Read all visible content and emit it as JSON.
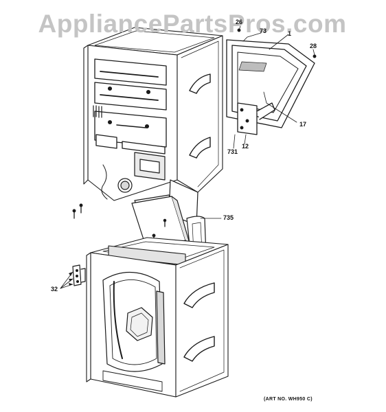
{
  "watermark": "AppliancePartsPros.com",
  "callouts": {
    "c26": "26",
    "c73": "73",
    "c1": "1",
    "c28": "28",
    "c17": "17",
    "c731": "731",
    "c12": "12",
    "c735": "735",
    "c32": "32"
  },
  "art_number": "(ART NO. WH950 C)",
  "colors": {
    "line": "#1a1a1a",
    "panel": "#ffffff",
    "shade": "#d9d9d9",
    "dark": "#3a3a3a",
    "watermark": "#c4c4c4"
  }
}
